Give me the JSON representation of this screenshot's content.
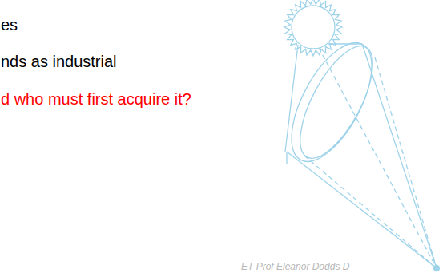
{
  "diagram": {
    "labels": [
      "es",
      "nds as industrial",
      "d who must first acquire it?",
      "ET Prof Eleanor Dodds D"
    ]
  }
}
